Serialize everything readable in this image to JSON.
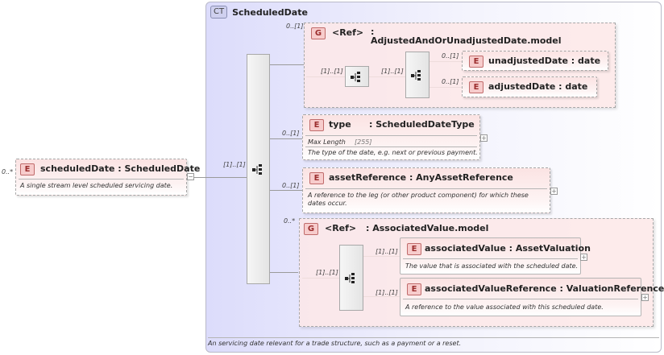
{
  "complex_type": {
    "badge": "CT",
    "name": "ScheduledDate",
    "documentation": "An servicing date relevant for a trade structure, such as a payment or a reset."
  },
  "root": {
    "card": "0..*",
    "badge": "E",
    "name": "scheduledDate : ScheduledDate",
    "documentation": "A single stream level scheduled servicing date."
  },
  "main_sequence": {
    "card": "[1]..[1]"
  },
  "group1": {
    "card": "0..[1]",
    "badge": "G",
    "ref": "<Ref>",
    "name": ": AdjustedAndOrUnadjustedDate.model",
    "seq_card": "[1]..[1]",
    "choice_card": "[1]..[1]",
    "items": [
      {
        "card": "0..[1]",
        "badge": "E",
        "name": "unadjustedDate : date"
      },
      {
        "card": "0..[1]",
        "badge": "E",
        "name": "adjustedDate : date"
      }
    ]
  },
  "type_elem": {
    "card": "0..[1]",
    "badge": "E",
    "name": "type",
    "type": ": ScheduledDateType",
    "facet_label": "Max Length",
    "facet_value": "[255]",
    "documentation": "The type of the date, e.g. next or previous payment."
  },
  "asset_elem": {
    "card": "0..[1]",
    "badge": "E",
    "name": "assetReference : AnyAssetReference",
    "documentation": "A reference to the leg (or other product component) for which these dates occur."
  },
  "group2": {
    "card": "0..*",
    "badge": "G",
    "ref": "<Ref>",
    "name": ": AssociatedValue.model",
    "seq_card": "[1]..[1]",
    "items": [
      {
        "card": "[1]..[1]",
        "badge": "E",
        "name": "associatedValue : AssetValuation",
        "documentation": "The value that is associated with the scheduled date."
      },
      {
        "card": "[1]..[1]",
        "badge": "E",
        "name": "associatedValueReference : ValuationReference",
        "documentation": "A reference to the value associated with this scheduled date."
      }
    ]
  },
  "icons": {
    "sequence": "sequence-icon",
    "expand": "plus",
    "collapse": "minus"
  }
}
